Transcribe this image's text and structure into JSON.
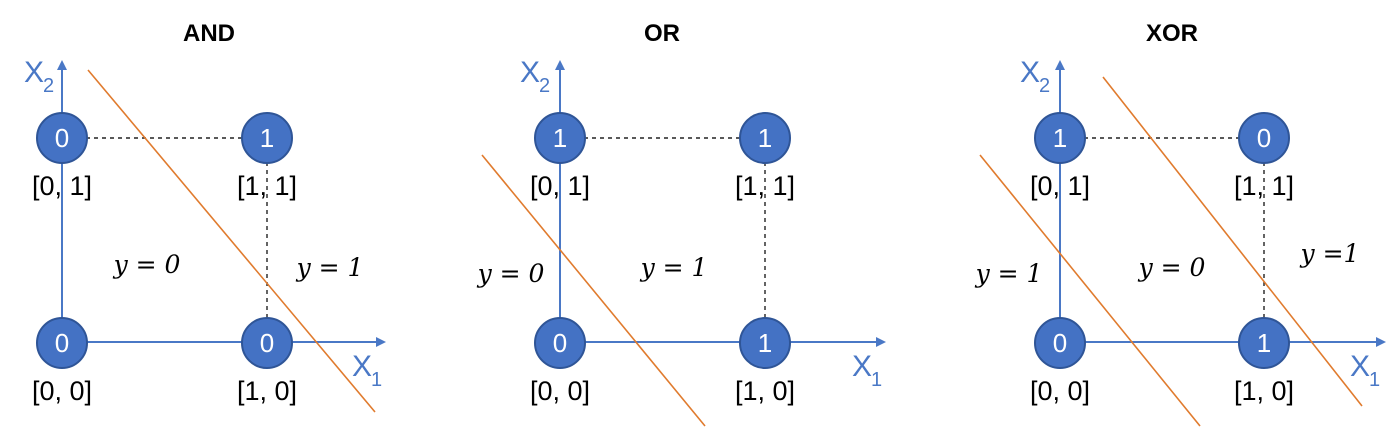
{
  "panels": [
    {
      "title": "AND",
      "axes": {
        "x_label": "X",
        "x_sub": "1",
        "y_label": "X",
        "y_sub": "2"
      },
      "nodes": [
        {
          "value": "0",
          "coord": "[0, 1]"
        },
        {
          "value": "1",
          "coord": "[1, 1]"
        },
        {
          "value": "0",
          "coord": "[0, 0]"
        },
        {
          "value": "0",
          "coord": "[1, 0]"
        }
      ],
      "regions": [
        "y = 0",
        "y = 1"
      ]
    },
    {
      "title": "OR",
      "axes": {
        "x_label": "X",
        "x_sub": "1",
        "y_label": "X",
        "y_sub": "2"
      },
      "nodes": [
        {
          "value": "1",
          "coord": "[0, 1]"
        },
        {
          "value": "1",
          "coord": "[1, 1]"
        },
        {
          "value": "0",
          "coord": "[0, 0]"
        },
        {
          "value": "1",
          "coord": "[1, 0]"
        }
      ],
      "regions": [
        "y = 0",
        "y = 1"
      ]
    },
    {
      "title": "XOR",
      "axes": {
        "x_label": "X",
        "x_sub": "1",
        "y_label": "X",
        "y_sub": "2"
      },
      "nodes": [
        {
          "value": "1",
          "coord": "[0, 1]"
        },
        {
          "value": "0",
          "coord": "[1, 1]"
        },
        {
          "value": "0",
          "coord": "[0, 0]"
        },
        {
          "value": "1",
          "coord": "[1, 0]"
        }
      ],
      "regions": [
        "y = 1",
        "y = 0",
        "y =1"
      ]
    }
  ],
  "colors": {
    "node_fill": "#4472c4",
    "axis": "#4a78c6",
    "separator": "#e07b2e",
    "dashed": "#222222"
  }
}
